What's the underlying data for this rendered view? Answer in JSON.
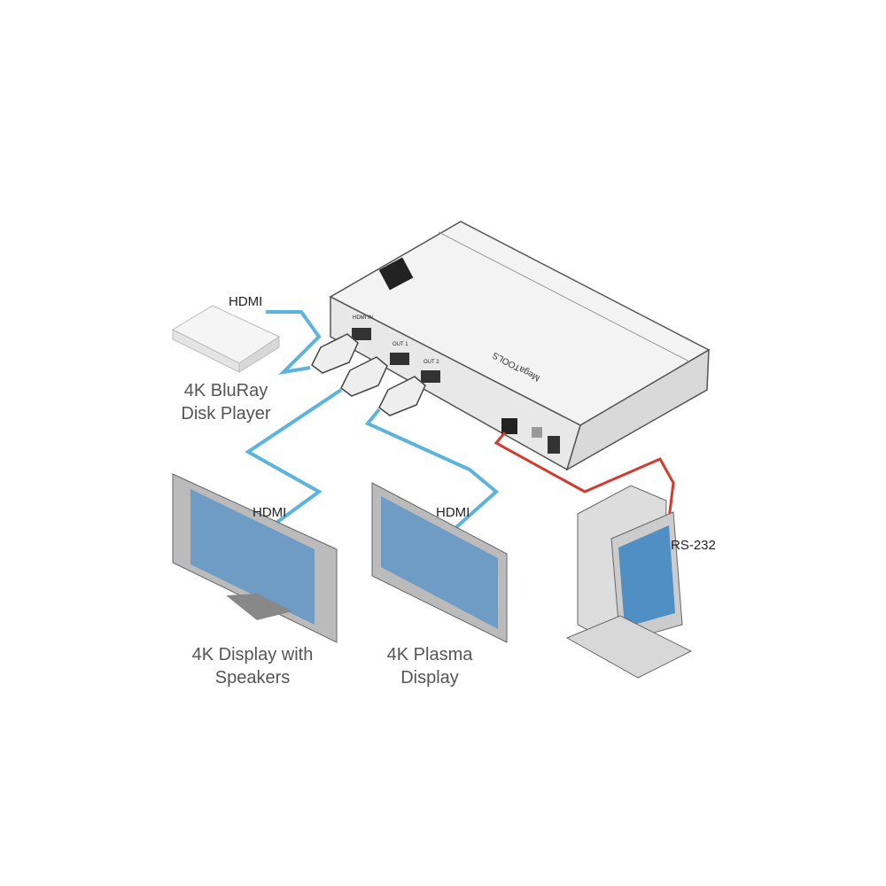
{
  "labels": {
    "hdmi_source": "HDMI",
    "hdmi_out1": "HDMI",
    "hdmi_out2": "HDMI",
    "rs232": "RS-232",
    "bluray": "4K BluRay\nDisk Player",
    "display_speakers": "4K Display with\nSpeakers",
    "plasma": "4K Plasma\nDisplay"
  },
  "device": {
    "brand": "MegaTOOLS",
    "port_in": "HDMI IN",
    "port_out1": "OUT 1",
    "port_out2": "OUT 2"
  },
  "colors": {
    "hdmi_cable": "#5ab4de",
    "rs232_cable": "#d23a2e"
  }
}
